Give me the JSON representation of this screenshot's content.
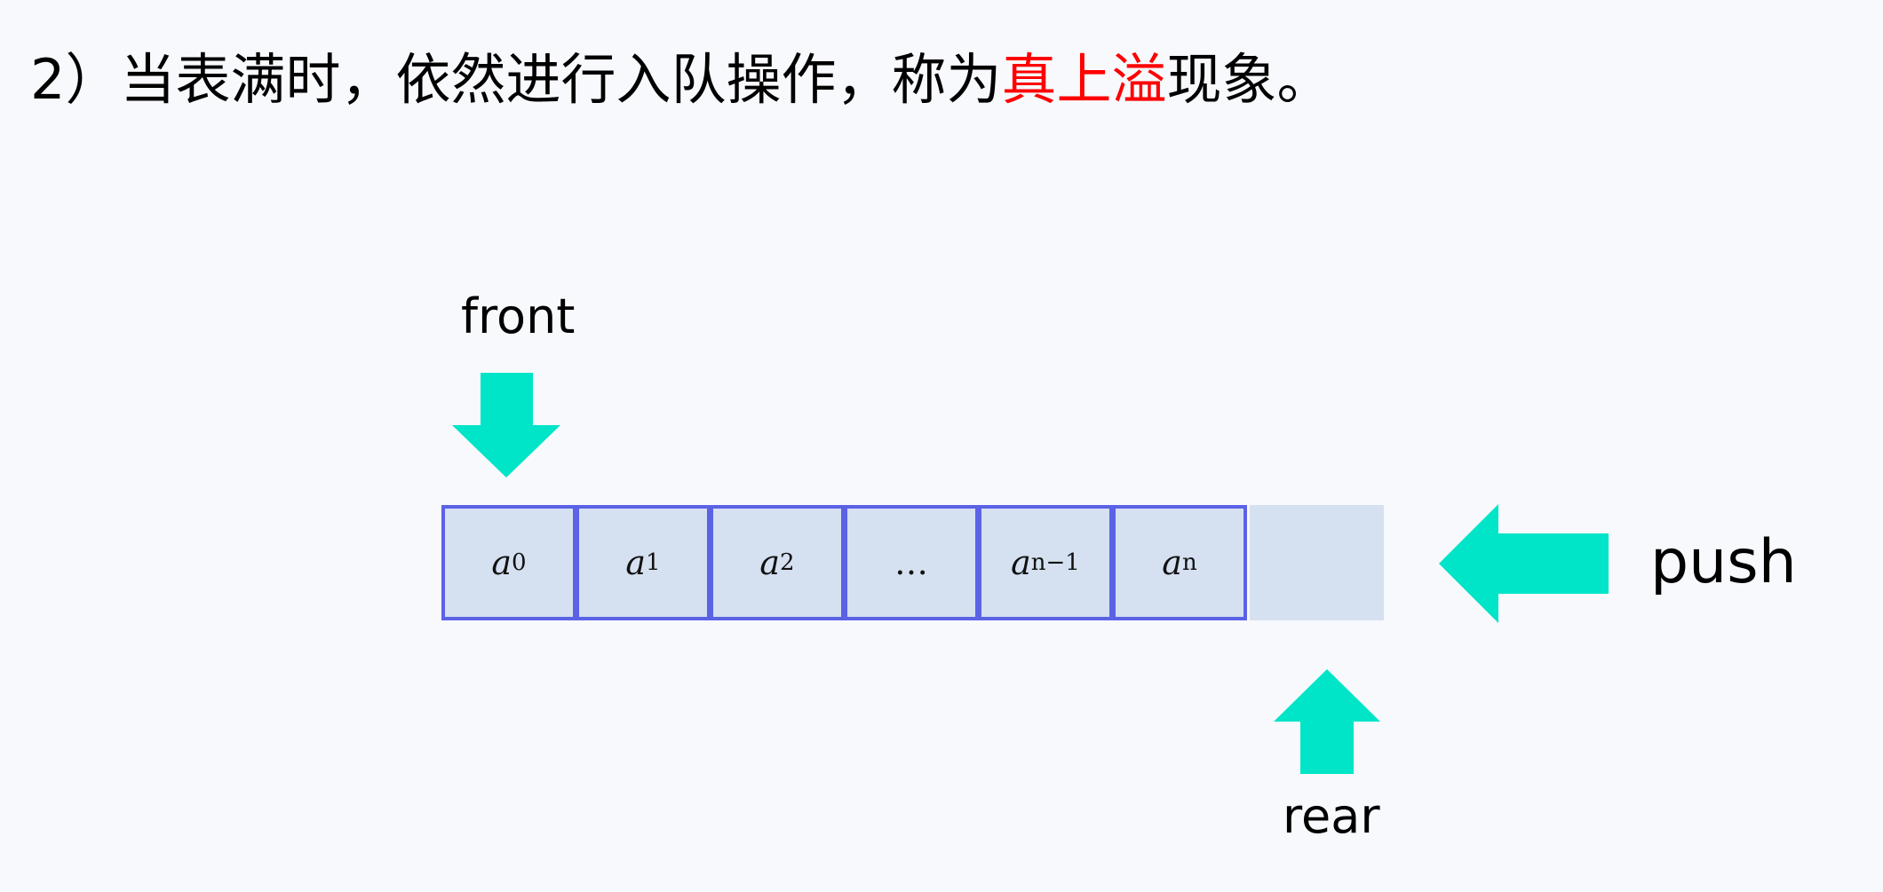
{
  "title": {
    "before": "2）当表满时，依然进行入队操作，称为",
    "highlight": "真上溢",
    "after": "现象。",
    "highlight_color": "#ff0000"
  },
  "labels": {
    "front": "front",
    "rear": "rear",
    "push": "push"
  },
  "cells": [
    {
      "var": "a",
      "sub": "0"
    },
    {
      "var": "a",
      "sub": "1"
    },
    {
      "var": "a",
      "sub": "2"
    },
    {
      "var": "…",
      "sub": ""
    },
    {
      "var": "a",
      "sub": "n−1"
    },
    {
      "var": "a",
      "sub": "n"
    },
    {
      "var": "",
      "sub": ""
    }
  ],
  "colors": {
    "arrow": "#00e5c8",
    "cell_fill": "#d5e0f1",
    "cell_border": "#5b62e6"
  }
}
